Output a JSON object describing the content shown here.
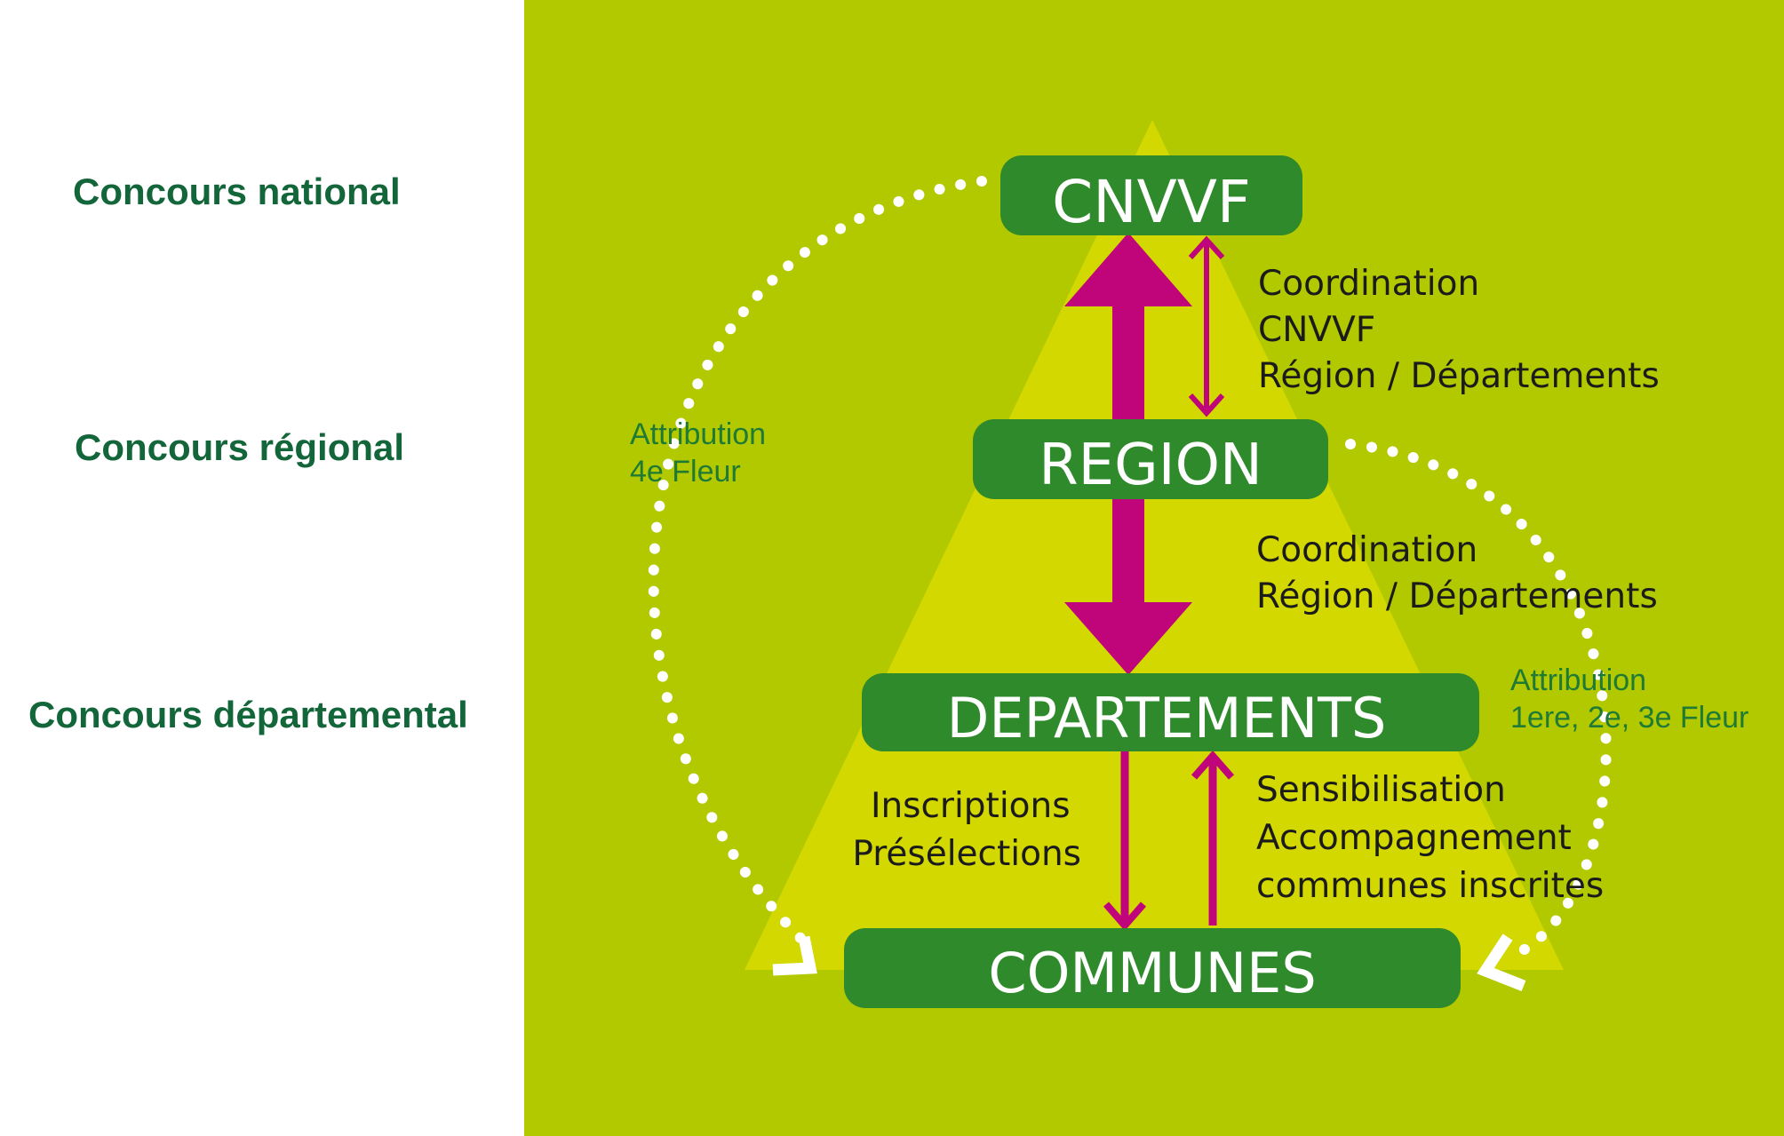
{
  "levels": {
    "national": "Concours national",
    "regional": "Concours régional",
    "departemental": "Concours départemental"
  },
  "boxes": {
    "cnvvf": "CNVVF",
    "region": "REGION",
    "departements": "DEPARTEMENTS",
    "communes": "COMMUNES"
  },
  "annotations": {
    "coord_cnvvf": [
      "Coordination",
      "CNVVF",
      "Région / Départements"
    ],
    "coord_region": [
      "Coordination",
      "Région / Départements"
    ],
    "inscriptions": [
      "Inscriptions",
      "Présélections"
    ],
    "sensibilisation": [
      "Sensibilisation",
      "Accompagnement",
      "communes inscrites"
    ],
    "attribution_4e": [
      "Attribution",
      "4e Fleur"
    ],
    "attribution_123": [
      "Attribution",
      "1ere, 2e, 3e Fleur"
    ]
  },
  "colors": {
    "background": "#b2c900",
    "triangle": "#d3d800",
    "box": "#2f8a2c",
    "arrow": "#c0047a",
    "label": "#13663a"
  }
}
